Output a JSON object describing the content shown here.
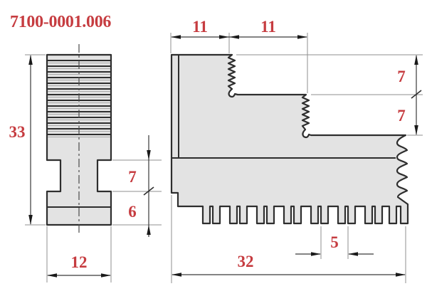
{
  "title": "7100-0001.006",
  "colors": {
    "accent_red": "#c63c40",
    "part_fill": "#e3e3e3",
    "outline": "#2e2e2e",
    "thin_line": "#8f8f8f",
    "dim_line": "#3a3a3a"
  },
  "views": {
    "front": {
      "label": "jaw-front-view",
      "dims": {
        "height": "33",
        "neck_height": "7",
        "base_height": "6",
        "width": "12"
      }
    },
    "side": {
      "label": "jaw-side-view",
      "dims": {
        "step1_width": "11",
        "step2_width": "11",
        "step1_height": "7",
        "step2_height": "7",
        "tooth_pitch": "5",
        "length": "32"
      }
    }
  }
}
